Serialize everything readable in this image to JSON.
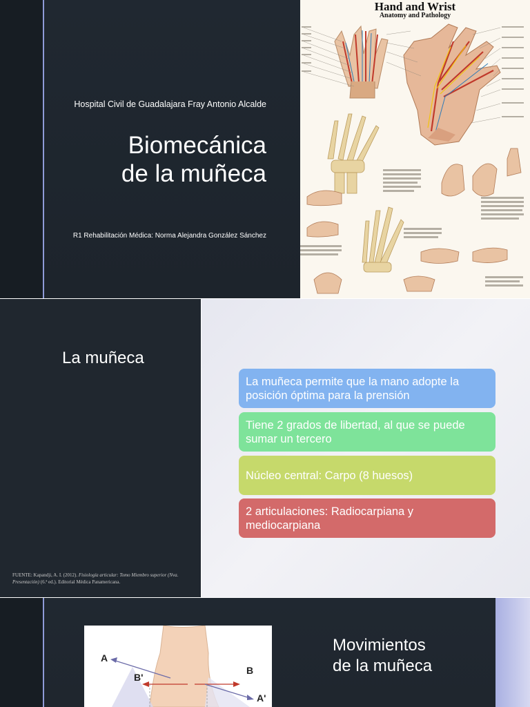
{
  "slide1": {
    "hospital": "Hospital Civil de Guadalajara Fray Antonio Alcalde",
    "title_line1": "Biomecánica",
    "title_line2": "de la muñeca",
    "author": "R1 Rehabilitación Médica: Norma Alejandra González Sánchez",
    "poster": {
      "title": "Hand and Wrist",
      "subtitle": "Anatomy and Pathology"
    }
  },
  "slide2": {
    "title": "La muñeca",
    "boxes": [
      {
        "text": "La muñeca permite que la mano adopte la posición óptima para la prensión",
        "color": "#82b3f0"
      },
      {
        "text": "Tiene 2 grados de libertad, al que se puede sumar un tercero",
        "color": "#7ee39a"
      },
      {
        "text": "Núcleo central: Carpo (8 huesos)",
        "color": "#c6d96b"
      },
      {
        "text": "2 articulaciones: Radiocarpiana y mediocarpiana",
        "color": "#d36a6a"
      }
    ],
    "source": {
      "prefix": "FUENTE:  Kapandji, A. I. (2012). ",
      "italic": "Fisiología articular: Tomo Miembro superior (Nva. Presentación)",
      "suffix": " (6.ª ed.). Editorial Médica Panamericana."
    }
  },
  "slide3": {
    "title_line1": "Movimientos",
    "title_line2": "de la muñeca",
    "diagram_labels": {
      "a": "A",
      "b_prime": "B'",
      "b": "B",
      "a_prime": "A'"
    }
  },
  "colors": {
    "slide_dark": "#20272f",
    "accent_line": "#8f9bd8"
  }
}
